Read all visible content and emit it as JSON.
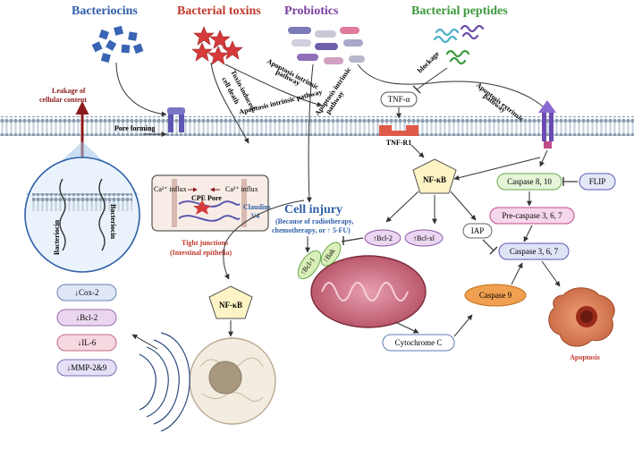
{
  "headers": {
    "bacteriocins": "Bacteriocins",
    "bacterial_toxins": "Bacterial toxins",
    "probiotics": "Probiotics",
    "bacterial_peptides": "Bacterial peptides"
  },
  "header_colors": {
    "bacteriocins": "#2f5fa8",
    "bacterial_toxins": "#c0392b",
    "probiotics": "#7b3fa0",
    "bacterial_peptides": "#3c9a3c"
  },
  "arrow_labels": {
    "toxin_induced": "Toxin-induced",
    "cell_death": "cell death",
    "apoptosis_intrinsic_pathway_1a": "Apoptosis intrinsic",
    "apoptosis_intrinsic_pathway_1b": "pathway",
    "apoptosis_intrinsic_pathway_2": "Apoptosis intrinsic pathway",
    "apoptosis_intrinsic_pathway_3a": "Apoptosis intrinsic",
    "apoptosis_intrinsic_pathway_3b": "pathway",
    "blockage": "blockage",
    "apoptosis_extrinsic_a": "Apoptosis extrinsic",
    "apoptosis_extrinsic_b": "pathway",
    "pore_forming": "Pore forming"
  },
  "leakage": {
    "line1": "Leakage of",
    "line2": "cellular content"
  },
  "bacteriocin_labels": {
    "left": "Bacteriocin",
    "right": "Bacteriocin"
  },
  "tight_junction": {
    "ca_influx_left": "Ca²⁺ influx",
    "ca_influx_right": "Ca²⁺ influx",
    "cpe_pore": "CPE Pore",
    "claudins_1": "Claudins",
    "claudins_2": "3/4",
    "title_1": "Tight junctions",
    "title_2": "(Intestinal epithelia)"
  },
  "tnf": {
    "alpha": "TNF-α",
    "receptor": "TNF-R1"
  },
  "cell_injury": {
    "title": "Cell injury",
    "line1": "(Because of radiotherapy,",
    "line2": "chemotherapy, or ↑ 5-FU)"
  },
  "nodes": {
    "nfkb_main": "NF-κB",
    "nfkb_lower": "NF-κB",
    "caspase_8_10": "Caspase 8, 10",
    "flip": "FLIP",
    "pre_caspase": "Pre-caspase 3, 6, 7",
    "iap": "IAP",
    "caspase_367": "Caspase 3, 6, 7",
    "caspase_9": "Caspase 9",
    "cytochrome_c": "Cytochrome C",
    "apoptosis": "Apoptosis"
  },
  "mito_labels": {
    "bcl1": "↑Bcl-1",
    "bak": "↑Bak",
    "bcl2": "↑Bcl-2",
    "bclxl": "↑Bcl-xl"
  },
  "down_markers": [
    "↓Cox-2",
    "↓Bcl-2",
    "↓IL-6",
    "↓MMP-2&9"
  ]
}
